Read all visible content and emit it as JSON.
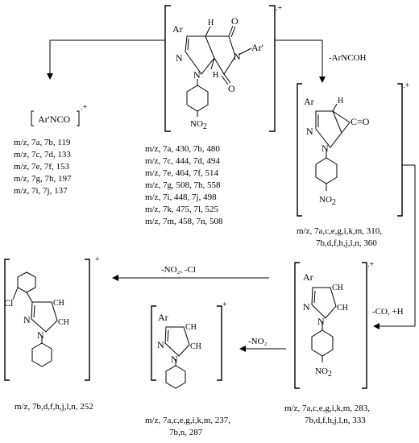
{
  "radical_cation": ".+",
  "radical_cation_plus": "+",
  "groups": {
    "ar": "Ar",
    "ar_prime": "Ar'",
    "h": "H",
    "o": "O",
    "n": "N",
    "no2": "NO",
    "no2_sub": "2",
    "ch": "CH",
    "c_eq_o": "C=O",
    "cl": "Cl"
  },
  "isocyanate": "[Ar'NCO]",
  "isocyanate_label": "Ar'NCO",
  "arrows": {
    "loss_arncoh": "-ArNCOH",
    "loss_co_h": "-CO, +H",
    "loss_no2_cl": "-NO₂, -Cl",
    "loss_no2": "-NO₂"
  },
  "mz": {
    "isocyanate": [
      "m/z, 7a, 7b, 119",
      "m/z, 7c, 7d, 133",
      "m/z, 7e, 7f,  153",
      "m/z, 7g, 7h, 197",
      "m/z, 7i,  7j,  137"
    ],
    "parent": [
      "m/z, 7a, 430, 7b, 480",
      "m/z, 7c, 444, 7d, 494",
      "m/z, 7e, 464, 7f,  514",
      "m/z, 7g, 508, 7h, 558",
      "m/z, 7i,  448,  7j, 498",
      "m/z, 7k,  475, 7l, 525",
      "m/z, 7m, 458, 7n, 508"
    ],
    "aziridine": [
      "m/z, 7a,c,e,g,i,k,m, 310,",
      "7b,d,f,h,j,l,n,   360"
    ],
    "pyrazoline_no2": [
      "m/z, 7a,c,e,g,i,k,m, 283,",
      "7b,d,f,h,j,l,n,  333"
    ],
    "pyrazoline": [
      "m/z, 7a,c,e,g,i,k,m, 237,",
      "7b,n, 287"
    ],
    "chloro": [
      "m/z, 7b,d,f,h,j,l,n, 252"
    ]
  }
}
